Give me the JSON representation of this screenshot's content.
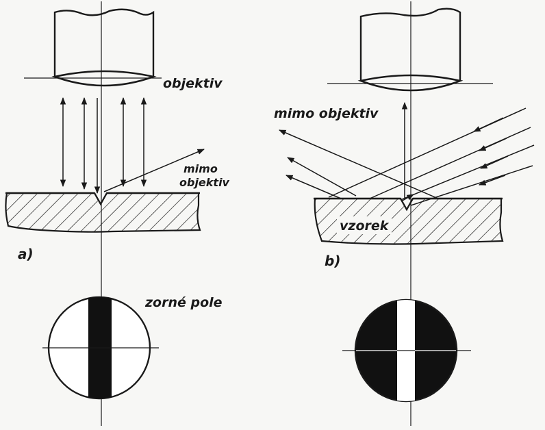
{
  "labels": {
    "objective": "objektiv",
    "outside_objective_left_line1": "mimo",
    "outside_objective_left_line2": "objektiv",
    "outside_objective_right": "mimo objektiv",
    "panel_a": "a)",
    "panel_b": "b)",
    "sample": "vzorek",
    "field_of_view": "zorné pole"
  },
  "colors": {
    "ink": "#1a1a1a",
    "paper": "#f7f7f5"
  }
}
